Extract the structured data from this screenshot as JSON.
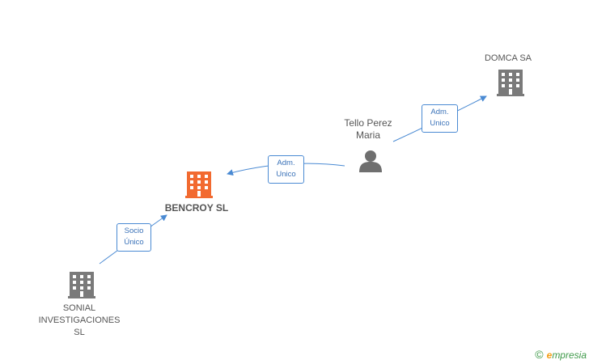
{
  "colors": {
    "edge": "#4a8ad3",
    "company": "#7a7a7a",
    "focus_company": "#f26a30",
    "person": "#6f6f6f"
  },
  "nodes": {
    "domca": {
      "name": "DOMCA SA",
      "icon": "building-icon"
    },
    "tello": {
      "name_line1": "Tello Perez",
      "name_line2": "Maria",
      "icon": "person-icon"
    },
    "bencroy": {
      "name": "BENCROY SL",
      "icon": "building-icon"
    },
    "sonial": {
      "name_line1": "SONIAL",
      "name_line2": "INVESTIGACIONES",
      "name_line3": "SL",
      "icon": "building-icon"
    }
  },
  "edges": {
    "tello_domca": {
      "line1": "Adm.",
      "line2": "Unico"
    },
    "tello_bencroy": {
      "line1": "Adm.",
      "line2": "Unico"
    },
    "sonial_bencroy": {
      "line1": "Socio",
      "line2": "Único"
    }
  },
  "brand": {
    "copyright": "©",
    "initial": "e",
    "rest": "mpresia"
  }
}
